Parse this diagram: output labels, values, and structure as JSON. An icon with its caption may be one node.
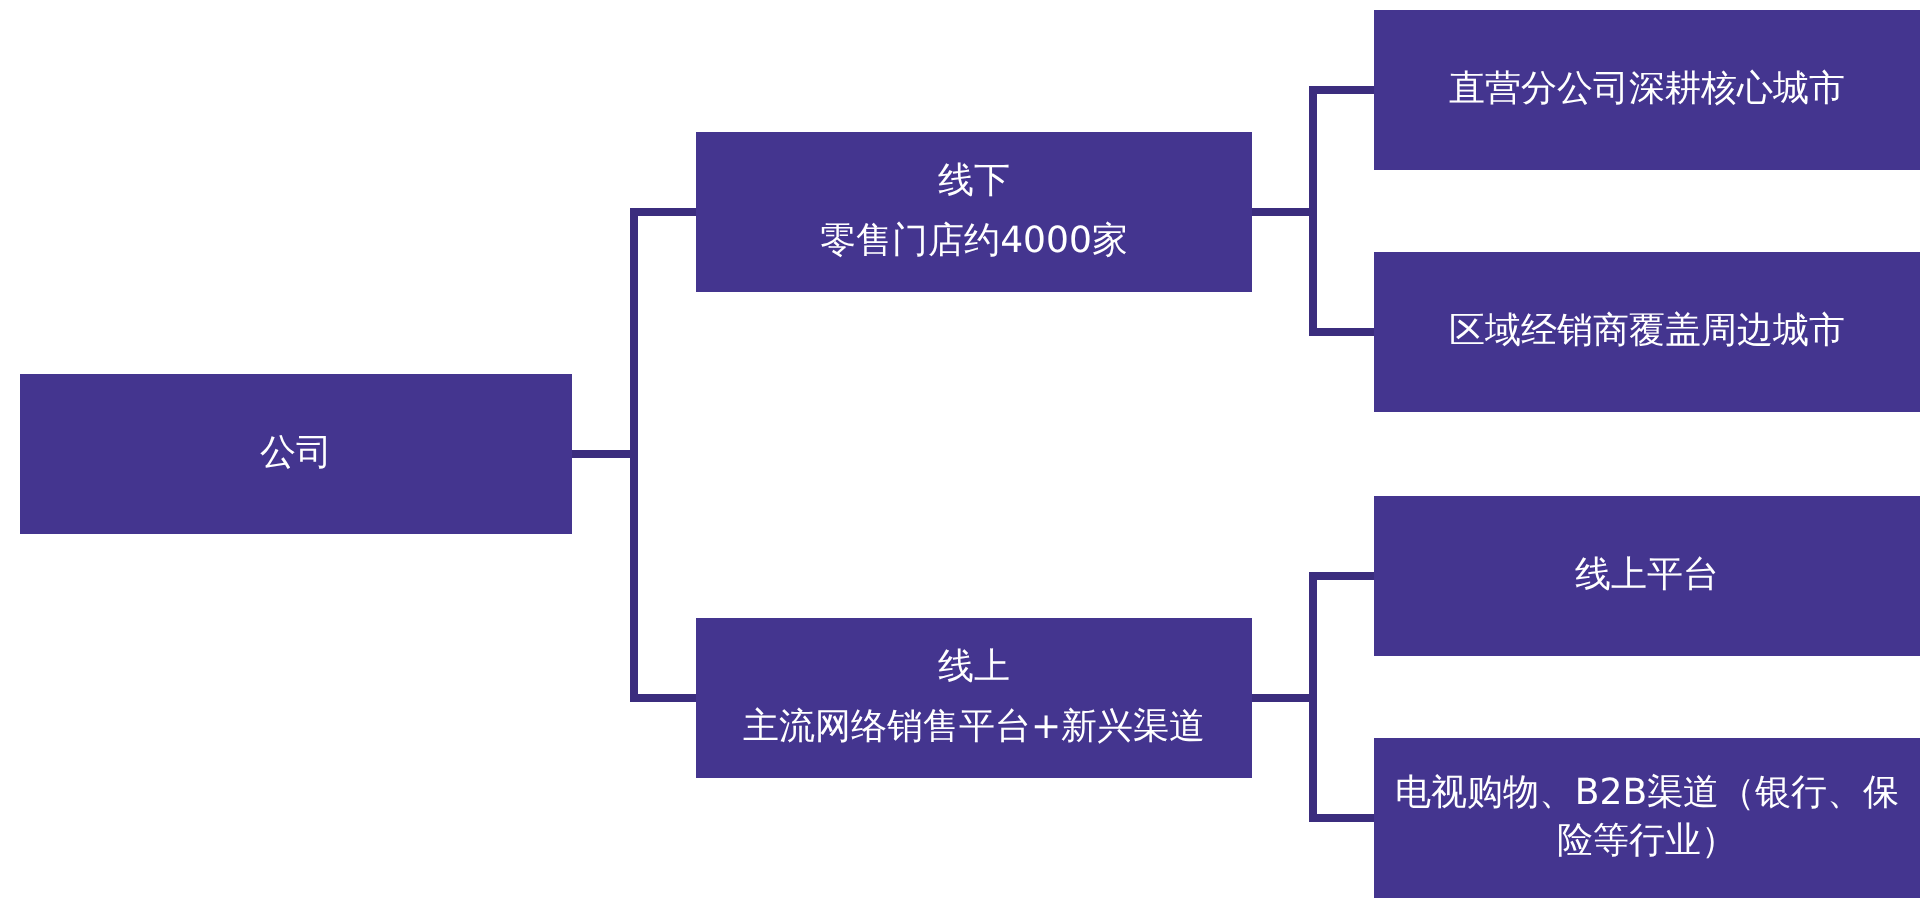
{
  "diagram": {
    "nodes": [
      {
        "text": [
          "公司"
        ]
      },
      {
        "text": [
          "线下",
          "零售门店约4000家"
        ]
      },
      {
        "text": [
          "线上",
          "主流网络销售平台+新兴渠道"
        ]
      },
      {
        "text": [
          "直营分公司深耕核心城市"
        ]
      },
      {
        "text": [
          "区域经销商覆盖周边城市"
        ]
      },
      {
        "text": [
          "线上平台"
        ]
      },
      {
        "text": [
          "电视购物、B2B渠道（银行、保险等行业）"
        ]
      }
    ],
    "edges": [
      {
        "from": 0,
        "to": 1,
        "arrow": "none"
      },
      {
        "from": 0,
        "to": 2,
        "arrow": "none"
      },
      {
        "from": 1,
        "to": 3,
        "arrow": "none"
      },
      {
        "from": 1,
        "to": 4,
        "arrow": "none"
      },
      {
        "from": 2,
        "to": 5,
        "arrow": "none"
      },
      {
        "from": 2,
        "to": 6,
        "arrow": "none"
      }
    ]
  }
}
